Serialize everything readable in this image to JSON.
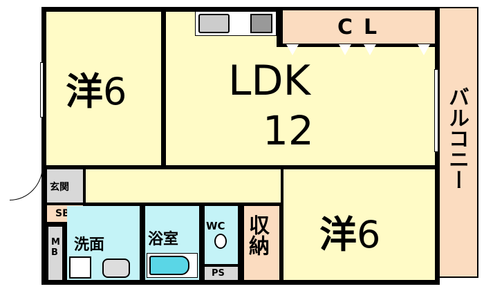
{
  "rooms": {
    "western_left": {
      "name": "洋",
      "size": "6"
    },
    "ldk": {
      "name": "LDK",
      "size": "12"
    },
    "closet": "CL",
    "balcony": "バルコニー",
    "entrance": "玄関",
    "shoe_box": "SB",
    "meter_box": "MB",
    "washroom": "洗面",
    "bathroom": "浴室",
    "toilet": "WC",
    "pipe_space": "PS",
    "storage": "収納",
    "western_right": {
      "name": "洋",
      "size": "6"
    }
  },
  "colors": {
    "room": "#fffbc6",
    "closet": "#fbdcc0",
    "wet": "#c4f3f7",
    "entrance": "#d8d8d8"
  }
}
